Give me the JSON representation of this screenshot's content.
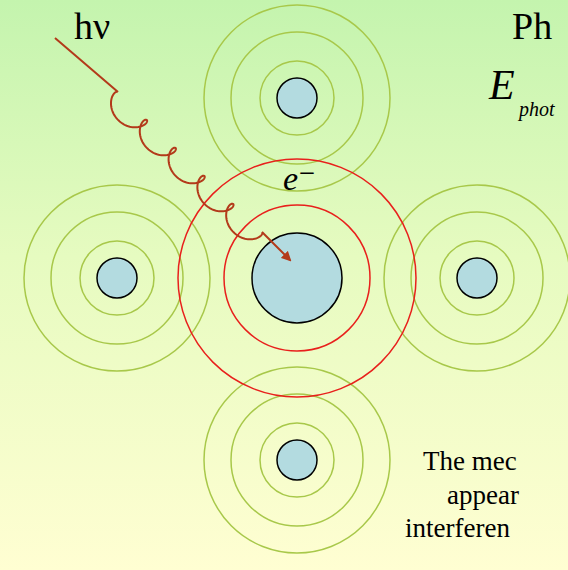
{
  "diagram": {
    "labels": [
      "hν",
      "Ph",
      "E",
      "phot",
      "e⁻",
      "The mec",
      "appear",
      "interferen"
    ]
  }
}
